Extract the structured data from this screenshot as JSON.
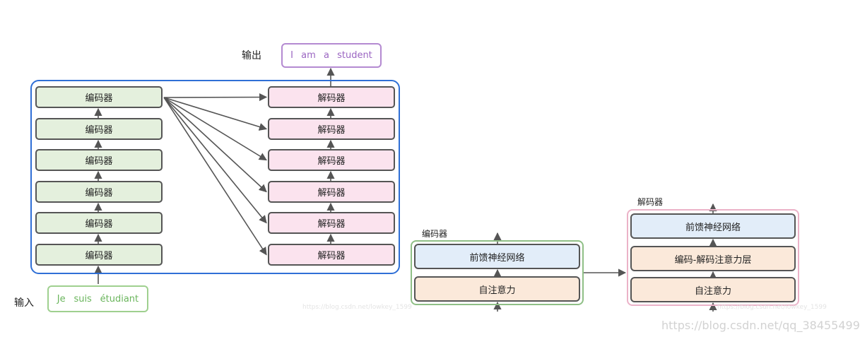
{
  "colors": {
    "outer_border": "#2f6fd6",
    "encoder_fill": "#e4f0dd",
    "decoder_fill": "#fbe3ee",
    "input_border": "#9fd08f",
    "input_text": "#6ab55c",
    "output_border": "#b48ad1",
    "output_text": "#9b66c2",
    "encoder_detail_border": "#8fbf86",
    "decoder_detail_border": "#ebb2c8",
    "feedforward_fill": "#e2edf9",
    "attention_fill": "#fbe9da",
    "arrow": "#555555"
  },
  "stack": {
    "output_label": "输出",
    "output_tokens": [
      "I",
      "am",
      "a",
      "student"
    ],
    "input_label": "输入",
    "input_tokens": [
      "Je",
      "suis",
      "étudiant"
    ],
    "encoders": [
      "编码器",
      "编码器",
      "编码器",
      "编码器",
      "编码器",
      "编码器"
    ],
    "decoders": [
      "解码器",
      "解码器",
      "解码器",
      "解码器",
      "解码器",
      "解码器"
    ]
  },
  "encoder_detail": {
    "title": "编码器",
    "feed_forward": "前馈神经网络",
    "self_attention": "自注意力"
  },
  "decoder_detail": {
    "title": "解码器",
    "feed_forward": "前馈神经网络",
    "enc_dec_attention": "编码-解码注意力层",
    "self_attention": "自注意力"
  },
  "watermarks": {
    "faint_left": "https://blog.csdn.net/lowkey_1599",
    "faint_right": "https://blog.csdn.net/lowkey_1599",
    "main": "https://blog.csdn.net/qq_38455499"
  }
}
